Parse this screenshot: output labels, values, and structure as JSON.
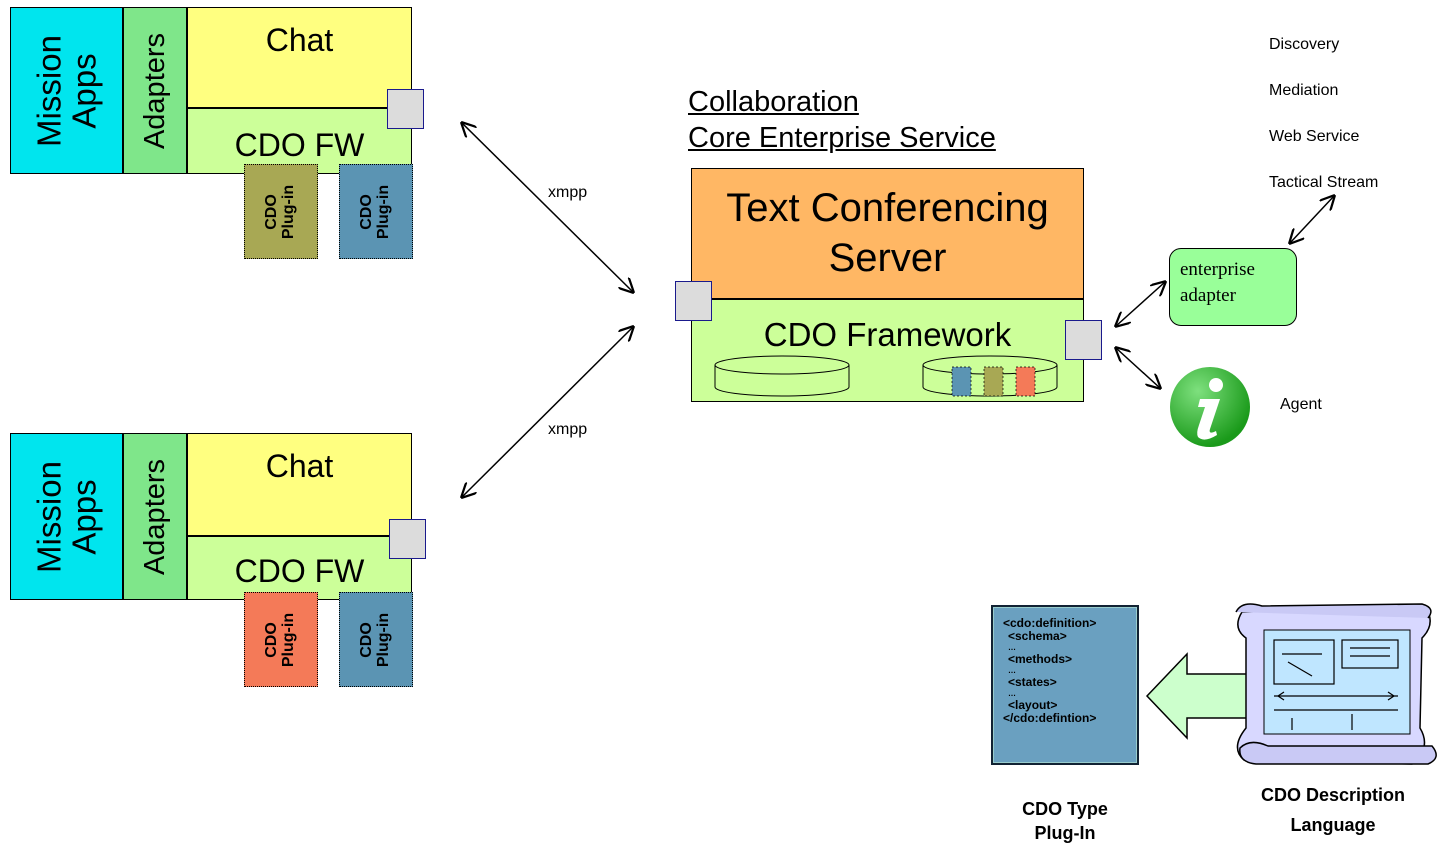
{
  "clients": [
    {
      "mission_apps": "Mission Apps",
      "adapters": "Adapters",
      "chat": "Chat",
      "cdo_fw": "CDO FW",
      "plugins": [
        {
          "label": "CDO Plug-in",
          "color": "#a8a854"
        },
        {
          "label": "CDO Plug-in",
          "color": "#5b94b3"
        }
      ]
    },
    {
      "mission_apps": "Mission Apps",
      "adapters": "Adapters",
      "chat": "Chat",
      "cdo_fw": "CDO FW",
      "plugins": [
        {
          "label": "CDO Plug-in",
          "color": "#f47a58"
        },
        {
          "label": "CDO Plug-in",
          "color": "#5b94b3"
        }
      ]
    }
  ],
  "links": {
    "top": "xmpp",
    "bottom": "xmpp"
  },
  "service": {
    "title_line1": "Collaboration",
    "title_line2": "Core Enterprise Service",
    "server": "Text Conferencing Server",
    "framework": "CDO Framework"
  },
  "enterprise_adapter": "enterprise adapter",
  "services_list": [
    "Discovery",
    "Mediation",
    "Web Service",
    "Tactical Stream"
  ],
  "agent": "Agent",
  "type_plugin": {
    "code_lines": [
      "<cdo:definition>",
      "<schema>",
      "…",
      "<methods>",
      "…",
      "<states>",
      "…",
      "<layout>",
      "</cdo:defintion>"
    ],
    "caption": "CDO Type Plug-In"
  },
  "description_language": "CDO Description Language",
  "colors": {
    "mission": "#00e5ee",
    "adapters": "#7fe68a",
    "chat": "#ffff80",
    "cdo_fw": "#ccff99",
    "server": "#ffb764",
    "framework": "#ccff99",
    "agent_green": "#22aa22",
    "plugin_box": "#6aa0c0"
  },
  "icons": [
    "info-agent-icon",
    "scroll-blueprint-icon",
    "left-arrow-icon"
  ]
}
